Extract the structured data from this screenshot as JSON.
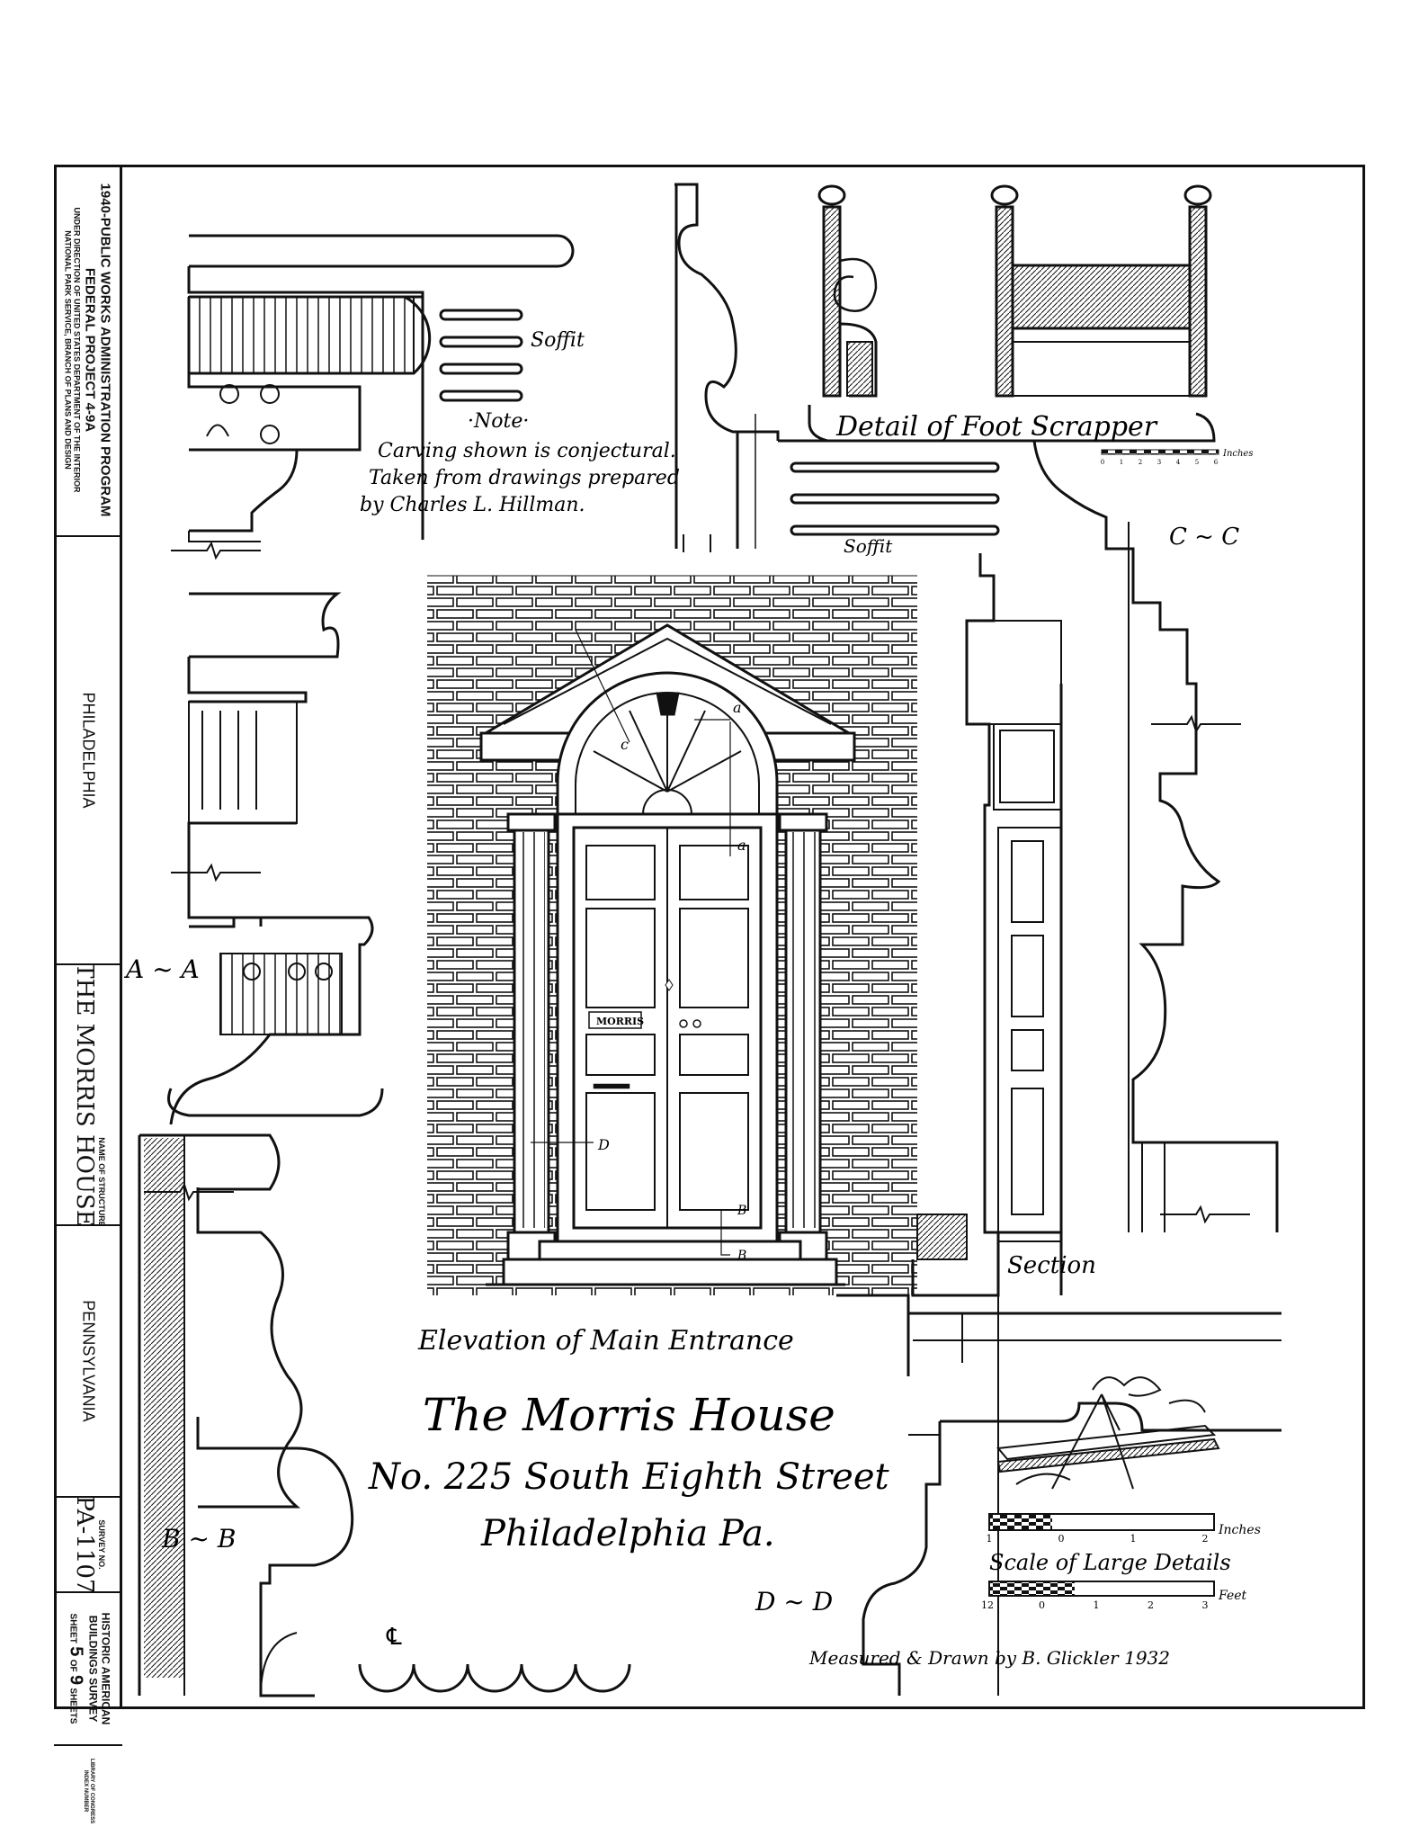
{
  "title_block": {
    "program_line1": "1940-PUBLIC WORKS ADMINISTRATION PROGRAM",
    "program_line2": "FEDERAL PROJECT 4-9A",
    "program_line3": "UNDER DIRECTION OF UNITED STATES DEPARTMENT OF THE INTERIOR",
    "program_line4": "NATIONAL PARK SERVICE, BRANCH OF PLANS AND DESIGN",
    "city": "PHILADELPHIA",
    "name_label": "NAME OF STRUCTURE",
    "structure_name": "THE MORRIS HOUSE",
    "state": "PENNSYLVANIA",
    "survey_label": "SURVEY NO.",
    "survey_no": "PA-1107",
    "habs_line1": "HISTORIC AMERICAN",
    "habs_line2": "BUILDINGS SURVEY",
    "sheet_prefix": "SHEET",
    "sheet_no": "5",
    "sheet_of": "OF",
    "sheet_total": "9",
    "sheet_suffix": "SHEETS",
    "library_line1": "LIBRARY OF CONGRESS",
    "library_line2": "INDEX NUMBER"
  },
  "labels": {
    "soffit_top": "Soffit",
    "soffit_mid": "Soffit",
    "note_title": "·Note·",
    "note_line1": "Carving shown is conjectural.",
    "note_line2": "Taken from drawings prepared",
    "note_line3": "by Charles L. Hillman.",
    "foot_scraper": "Detail of Foot Scrapper",
    "inches_small": "Inches",
    "section_cc": "C ~ C",
    "section_aa": "A ~ A",
    "section_bb": "B ~ B",
    "section_dd": "D ~ D",
    "section_label": "Section",
    "nameplate": "MORRIS",
    "mark_a": "a",
    "mark_c": "c",
    "mark_d": "D",
    "mark_b": "B",
    "centerline": "℄",
    "scale_inches": "Inches",
    "scale_feet": "Feet",
    "scale_title": "Scale of Large Details",
    "scale_ticks_in": [
      "1",
      "0",
      "1",
      "2"
    ],
    "scale_ticks_ft": [
      "12",
      "0",
      "1",
      "2",
      "3"
    ],
    "scale_small_ticks": [
      "0",
      "1",
      "2",
      "3",
      "4",
      "5",
      "6"
    ]
  },
  "titles": {
    "elevation": "Elevation of Main Entrance",
    "house": "The Morris House",
    "address": "No. 225 South Eighth Street",
    "city": "Philadelphia Pa."
  },
  "credit": "Measured & Drawn by B. Glickler 1932"
}
